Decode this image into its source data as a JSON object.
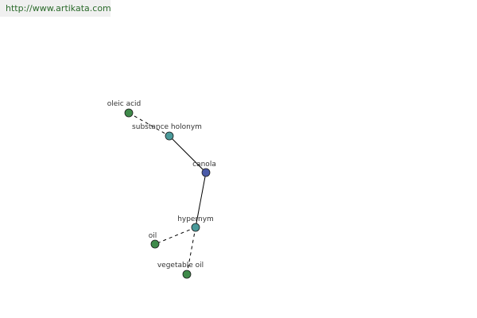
{
  "header": {
    "url": "http://www.artikata.com"
  },
  "colors": {
    "word_node": "#3f8a4a",
    "relation_node": "#4a9a9a",
    "center_node": "#4a5aa8",
    "edge": "#000000"
  },
  "graph": {
    "nodes": [
      {
        "id": "oleic_acid",
        "label": "oleic acid",
        "kind": "word"
      },
      {
        "id": "substance_holonym",
        "label": "substance holonym",
        "kind": "relation"
      },
      {
        "id": "canola",
        "label": "canola",
        "kind": "center"
      },
      {
        "id": "hypernym",
        "label": "hypernym",
        "kind": "relation"
      },
      {
        "id": "oil",
        "label": "oil",
        "kind": "word"
      },
      {
        "id": "vegetable_oil",
        "label": "vegetable oil",
        "kind": "word"
      }
    ],
    "edges": [
      {
        "from": "oleic_acid",
        "to": "substance_holonym",
        "style": "dashed"
      },
      {
        "from": "substance_holonym",
        "to": "canola",
        "style": "solid"
      },
      {
        "from": "canola",
        "to": "hypernym",
        "style": "solid"
      },
      {
        "from": "hypernym",
        "to": "oil",
        "style": "dashed"
      },
      {
        "from": "hypernym",
        "to": "vegetable_oil",
        "style": "dashed"
      }
    ]
  }
}
